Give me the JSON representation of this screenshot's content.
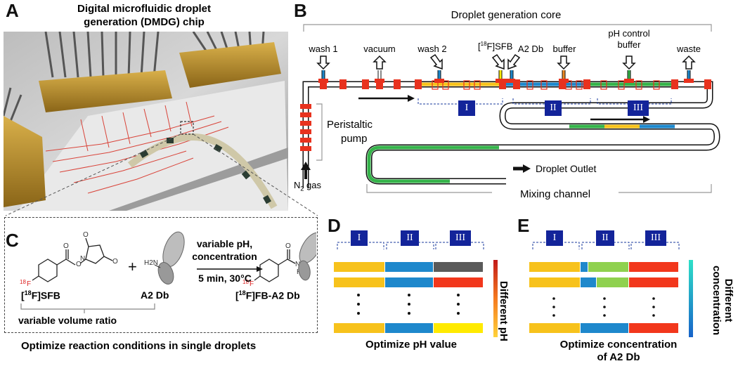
{
  "panelA": {
    "letter": "A",
    "title_line1": "Digital microfluidic droplet",
    "title_line2": "generation (DMDG) chip"
  },
  "panelB": {
    "letter": "B",
    "core_label": "Droplet generation core",
    "inlets": [
      "wash 1",
      "vacuum",
      "wash 2",
      "[18F]SFB",
      "A2 Db",
      "buffer",
      "pH control",
      "buffer",
      "waste"
    ],
    "sfb_prefix": "[",
    "sfb_sup": "18",
    "sfb_rest": "F]SFB",
    "pump_line1": "Peristaltic",
    "pump_line2": "pump",
    "gas": "N",
    "gas_sub": "2",
    "gas_rest": " gas",
    "outlet": "Droplet Outlet",
    "mixing": "Mixing channel",
    "zones": [
      "I",
      "II",
      "III"
    ]
  },
  "panelC": {
    "letter": "C",
    "conditions_line1": "variable pH,",
    "conditions_line2": "concentration",
    "conditions_line3": "5 min, 30°C",
    "plus": "+",
    "sfb_label_pre": "[",
    "sfb_label_sup": "18",
    "sfb_label_rest": "F]SFB",
    "a2db": "A2 Db",
    "product_pre": "[",
    "product_sup": "18",
    "product_rest": "F]FB-A2 Db",
    "h2n": "H2N",
    "nh": "N",
    "nh_h": "H",
    "f18_sup": "18",
    "f18_f": "F",
    "volume": "variable volume ratio",
    "caption": "Optimize reaction conditions in single droplets"
  },
  "panelD": {
    "letter": "D",
    "zones": [
      "I",
      "II",
      "III"
    ],
    "side_label": "Different pH",
    "caption": "Optimize pH value"
  },
  "panelE": {
    "letter": "E",
    "zones": [
      "I",
      "II",
      "III"
    ],
    "side_line1": "Different",
    "side_line2": "concentration",
    "caption_line1": "Optimize concentration",
    "caption_line2": "of A2 Db"
  },
  "colors": {
    "yellow": "#f7c21c",
    "blue": "#1e88cc",
    "gray": "#5a5a5a",
    "red": "#f2371c",
    "bright_yellow": "#ffea00",
    "lightgreen": "#8fd14f",
    "green": "#35b34a",
    "navy": "#13249a",
    "valve": "#e8321e",
    "orange": "#f08a24"
  }
}
